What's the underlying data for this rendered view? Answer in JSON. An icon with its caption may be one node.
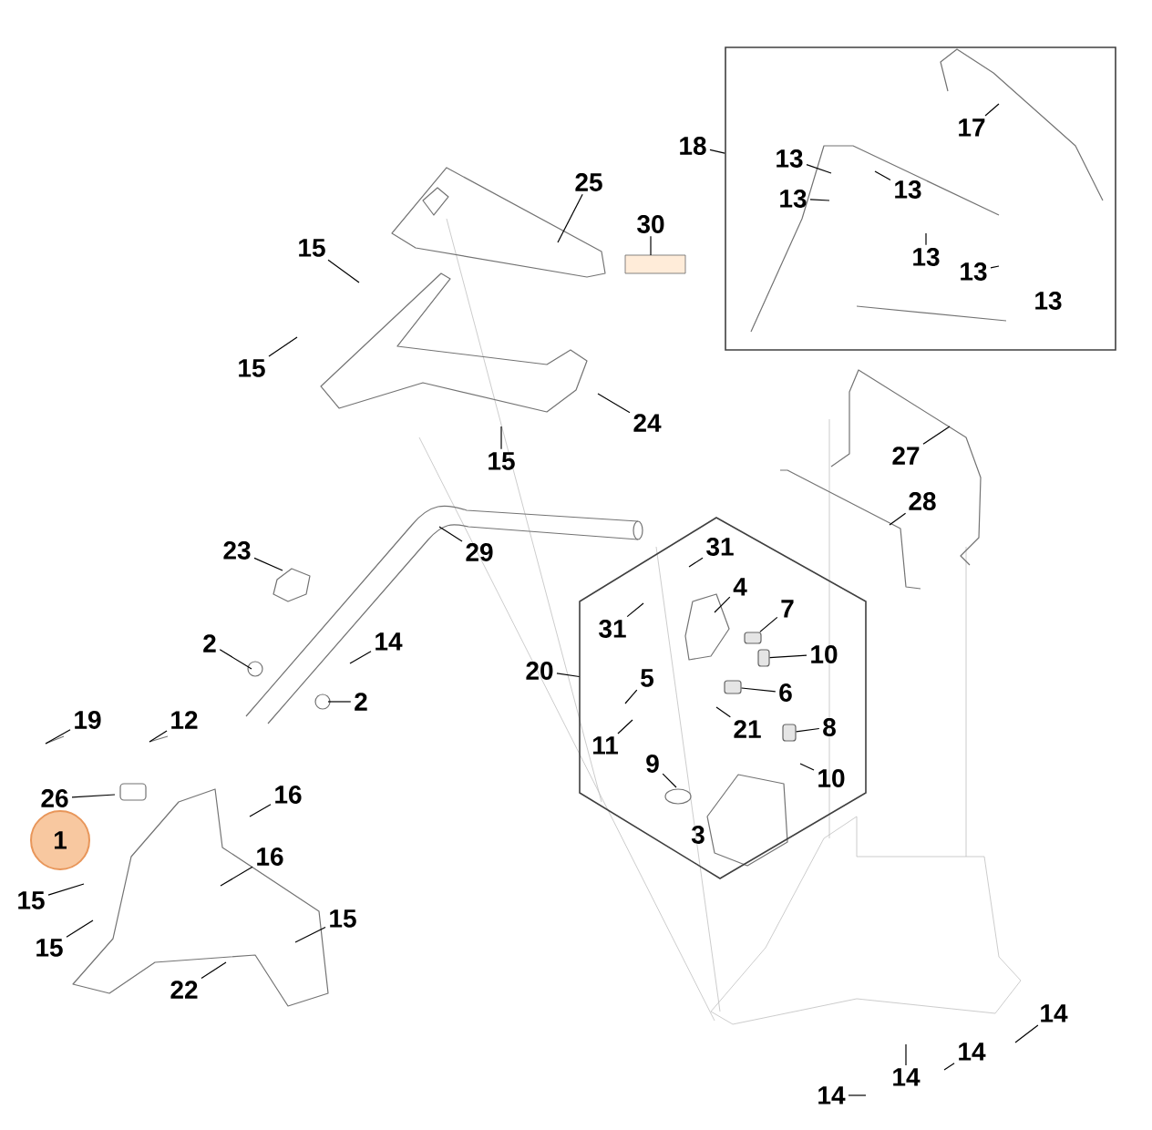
{
  "diagram": {
    "nodes": [
      {
        "text": [
          "18"
        ]
      },
      {
        "text": [],
        "shape": "box"
      },
      {
        "text": [
          "17"
        ],
        "in": 1
      },
      {
        "text": [
          "13"
        ],
        "in": 1
      },
      {
        "text": [
          "13"
        ],
        "in": 1
      },
      {
        "text": [
          "13"
        ],
        "in": 1
      },
      {
        "text": [
          "13"
        ],
        "in": 1
      },
      {
        "text": [
          "13"
        ],
        "in": 1
      },
      {
        "text": [
          "13"
        ],
        "in": 1
      },
      {
        "text": [
          "25"
        ]
      },
      {
        "text": [
          "30"
        ]
      },
      {
        "text": [
          "15"
        ]
      },
      {
        "text": [
          "15"
        ]
      },
      {
        "text": [
          "24"
        ]
      },
      {
        "text": [
          "15"
        ]
      },
      {
        "text": [
          "23"
        ]
      },
      {
        "text": [
          "29"
        ]
      },
      {
        "text": [
          "27"
        ]
      },
      {
        "text": [
          "28"
        ]
      },
      {
        "text": [
          "2"
        ]
      },
      {
        "text": [
          "14"
        ]
      },
      {
        "text": [
          "2"
        ]
      },
      {
        "text": [
          "20"
        ]
      },
      {
        "text": [],
        "shape": "hexagon"
      },
      {
        "text": [
          "31"
        ],
        "in": 23
      },
      {
        "text": [
          "4"
        ],
        "in": 23
      },
      {
        "text": [
          "31"
        ],
        "in": 23
      },
      {
        "text": [
          "7"
        ],
        "in": 23
      },
      {
        "text": [
          "10"
        ],
        "in": 23
      },
      {
        "text": [
          "6"
        ],
        "in": 23
      },
      {
        "text": [
          "5"
        ],
        "in": 23
      },
      {
        "text": [
          "11"
        ],
        "in": 23
      },
      {
        "text": [
          "21"
        ],
        "in": 23
      },
      {
        "text": [
          "8"
        ],
        "in": 23
      },
      {
        "text": [
          "9"
        ],
        "in": 23
      },
      {
        "text": [
          "10"
        ],
        "in": 23
      },
      {
        "text": [
          "3"
        ],
        "in": 23
      },
      {
        "text": [
          "19"
        ]
      },
      {
        "text": [
          "12"
        ]
      },
      {
        "text": [
          "26"
        ]
      },
      {
        "text": [
          "16"
        ]
      },
      {
        "text": [
          "1"
        ]
      },
      {
        "text": [
          "16"
        ]
      },
      {
        "text": [
          "15"
        ]
      },
      {
        "text": [
          "15"
        ]
      },
      {
        "text": [
          "15"
        ]
      },
      {
        "text": [
          "22"
        ]
      },
      {
        "text": [
          "14"
        ]
      },
      {
        "text": [
          "14"
        ]
      },
      {
        "text": [
          "14"
        ]
      },
      {
        "text": [
          "14"
        ]
      },
      {
        "text": [],
        "shape": "box",
        "in": 23
      },
      {
        "text": [],
        "shape": "box",
        "in": 23
      },
      {
        "text": [],
        "shape": "box",
        "in": 23
      },
      {
        "text": [],
        "shape": "box",
        "in": 23
      }
    ],
    "edges": [
      {
        "from": 0,
        "to": 1,
        "arrow": "none"
      },
      {
        "from": 2,
        "to": null,
        "arrow": "none"
      },
      {
        "from": 3,
        "to": null,
        "arrow": "none"
      },
      {
        "from": 4,
        "to": null,
        "arrow": "none"
      },
      {
        "from": 5,
        "to": null,
        "arrow": "none"
      },
      {
        "from": 6,
        "to": null,
        "arrow": "none"
      },
      {
        "from": 7,
        "to": null,
        "arrow": "none"
      },
      {
        "from": 9,
        "to": null,
        "arrow": "none"
      },
      {
        "from": 10,
        "to": null,
        "arrow": "none"
      },
      {
        "from": 11,
        "to": null,
        "arrow": "none"
      },
      {
        "from": 12,
        "to": null,
        "arrow": "none"
      },
      {
        "from": 13,
        "to": null,
        "arrow": "none"
      },
      {
        "from": 14,
        "to": null,
        "arrow": "none"
      },
      {
        "from": 15,
        "to": null,
        "arrow": "none"
      },
      {
        "from": 16,
        "to": null,
        "arrow": "none"
      },
      {
        "from": 17,
        "to": null,
        "arrow": "none"
      },
      {
        "from": 18,
        "to": null,
        "arrow": "none"
      },
      {
        "from": 19,
        "to": null,
        "arrow": "none"
      },
      {
        "from": 20,
        "to": null,
        "arrow": "none"
      },
      {
        "from": 21,
        "to": null,
        "arrow": "none"
      },
      {
        "from": 22,
        "to": 23,
        "arrow": "none"
      },
      {
        "from": 24,
        "to": null,
        "arrow": "none"
      },
      {
        "from": 25,
        "to": null,
        "arrow": "none"
      },
      {
        "from": 26,
        "to": null,
        "arrow": "none"
      },
      {
        "from": 27,
        "to": 54,
        "arrow": "none"
      },
      {
        "from": 28,
        "to": 51,
        "arrow": "none"
      },
      {
        "from": 29,
        "to": 52,
        "arrow": "none"
      },
      {
        "from": 30,
        "to": null,
        "arrow": "none"
      },
      {
        "from": 31,
        "to": null,
        "arrow": "none"
      },
      {
        "from": 32,
        "to": null,
        "arrow": "none"
      },
      {
        "from": 33,
        "to": 53,
        "arrow": "none"
      },
      {
        "from": 34,
        "to": null,
        "arrow": "none"
      },
      {
        "from": 35,
        "to": null,
        "arrow": "none"
      },
      {
        "from": 37,
        "to": null,
        "arrow": "none"
      },
      {
        "from": 38,
        "to": null,
        "arrow": "none"
      },
      {
        "from": 39,
        "to": null,
        "arrow": "none"
      },
      {
        "from": 40,
        "to": null,
        "arrow": "none"
      },
      {
        "from": 42,
        "to": null,
        "arrow": "none"
      },
      {
        "from": 43,
        "to": null,
        "arrow": "none"
      },
      {
        "from": 44,
        "to": null,
        "arrow": "none"
      },
      {
        "from": 45,
        "to": null,
        "arrow": "none"
      },
      {
        "from": 46,
        "to": null,
        "arrow": "none"
      },
      {
        "from": 47,
        "to": null,
        "arrow": "none"
      },
      {
        "from": 48,
        "to": null,
        "arrow": "none"
      },
      {
        "from": 49,
        "to": null,
        "arrow": "none"
      },
      {
        "from": 50,
        "to": null,
        "arrow": "none"
      }
    ]
  }
}
